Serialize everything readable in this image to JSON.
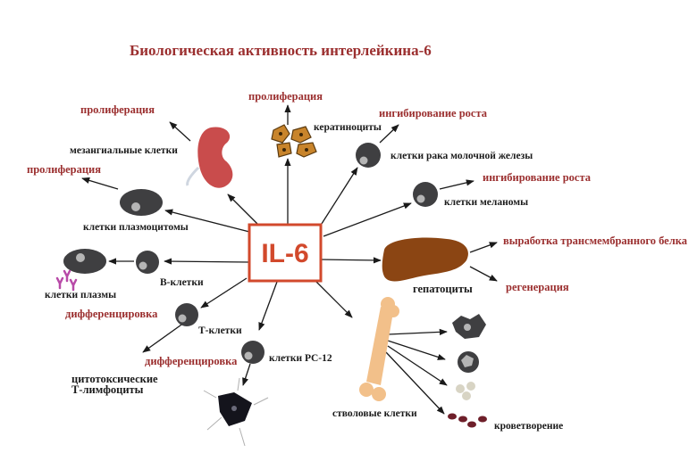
{
  "title": "Биологическая активность интерлейкина-6",
  "center": "IL-6",
  "colors": {
    "accent": "#9b2f2f",
    "box_border": "#d2492c",
    "cell": "#3f3f41",
    "nucleus": "#b5b5b5",
    "kidney": "#c94c4c",
    "liver": "#8b4513",
    "bone": "#f2c08a"
  },
  "labels": {
    "prolif_kera": "пролиферация",
    "keratinocytes": "кератиноциты",
    "prolif_mesang": "пролиферация",
    "mesangial": "мезангиальные клетки",
    "inhib_breast": "ингибирование роста",
    "breast_cancer": "клетки рака молочной железы",
    "inhib_melan": "ингибирование роста",
    "melanoma": "клетки меланомы",
    "prolif_plasmacytoma": "пролиферация",
    "plasmacytoma": "клетки плазмоцитомы",
    "transmembrane": "выработка трансмембранного белка",
    "hepatocytes": "гепатоциты",
    "regeneration": "регенерация",
    "plasma_cells": "клетки плазмы",
    "b_cells": "В-клетки",
    "diff_b": "дифференцировка",
    "t_cells": "Т-клетки",
    "diff_t": "дифференцировка",
    "pc12": "клетки PC-12",
    "cytotoxic_1": "цитотоксические",
    "cytotoxic_2": "Т-лимфоциты",
    "stem_cells": "стволовые клетки",
    "hematopoiesis": "кроветворение"
  }
}
